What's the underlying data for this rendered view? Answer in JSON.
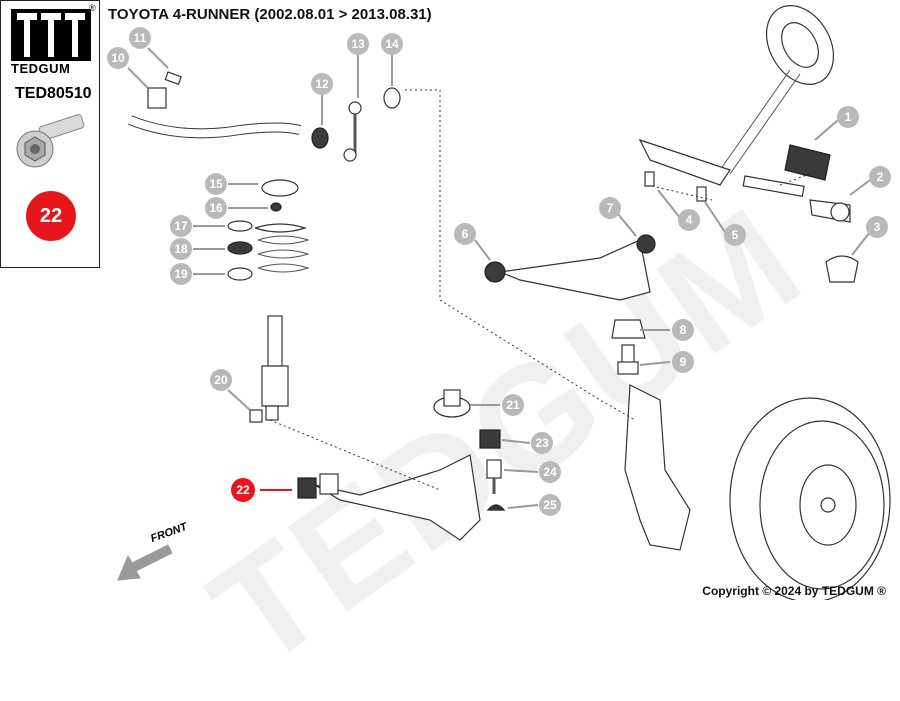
{
  "header": {
    "title": "TOYOTA 4-RUNNER (2002.08.01 > 2013.08.31)"
  },
  "sidebar": {
    "brand": "TEDGUM",
    "registered": "®",
    "part_number": "TED80510",
    "highlight_label": "22"
  },
  "watermark": "TEDGUM",
  "front_label": "FRONT",
  "copyright": "Copyright © 2024 by TEDGUM ®",
  "callouts": [
    "1",
    "2",
    "3",
    "4",
    "5",
    "6",
    "7",
    "8",
    "9",
    "10",
    "11",
    "12",
    "13",
    "14",
    "15",
    "16",
    "17",
    "18",
    "19",
    "20",
    "21",
    "22",
    "23",
    "24",
    "25"
  ],
  "colors": {
    "callout": "#b9b9b9",
    "highlight": "#e8161c",
    "frame": "#222222"
  }
}
